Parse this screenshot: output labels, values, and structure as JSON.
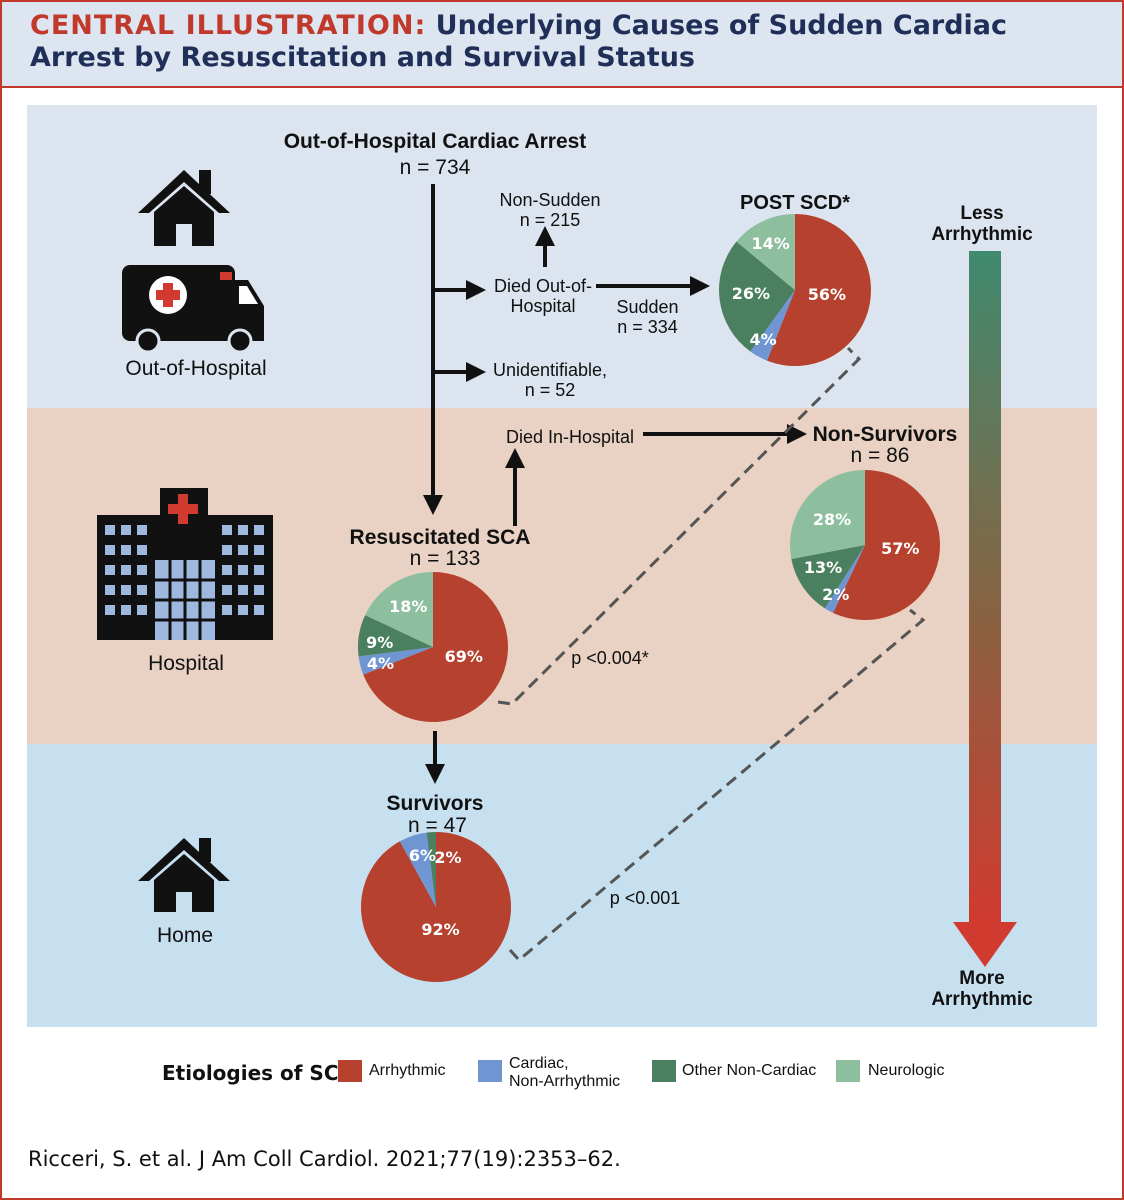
{
  "header": {
    "tag": "CENTRAL ILLUSTRATION:",
    "title": "Underlying Causes of Sudden Cardiac Arrest by Resuscitation and Survival Status"
  },
  "colors": {
    "arrhythmic": "#b5412e",
    "cardiac_non_arrhythmic": "#6f95d3",
    "other_non_cardiac": "#4a7f5f",
    "neurologic": "#8dbf9f",
    "band_out_of_hospital": "#dce4f0",
    "band_hospital": "#e9d2c3",
    "band_home": "#c7e0ef",
    "accent_red": "#c0392b",
    "title_navy": "#1f2f57"
  },
  "rows": {
    "out_of_hospital": {
      "label": "Out-of-Hospital",
      "icons": [
        "house-icon",
        "ambulance-icon"
      ]
    },
    "hospital": {
      "label": "Hospital",
      "icons": [
        "hospital-icon"
      ]
    },
    "home": {
      "label": "Home",
      "icons": [
        "house-icon"
      ]
    }
  },
  "flow": {
    "ohca_title": "Out-of-Hospital Cardiac Arrest",
    "ohca_n": "n = 734",
    "non_sudden": "Non-Sudden\nn = 215",
    "died_out": "Died Out-of-\nHospital",
    "sudden": "Sudden\nn = 334",
    "unidentifiable": "Unidentifiable,\nn = 52",
    "died_in": "Died In-Hospital",
    "resuscitated_title": "Resuscitated SCA",
    "resuscitated_n": "n = 133",
    "survivors_title": "Survivors",
    "survivors_n": "n = 47",
    "post_scd_title": "POST SCD*",
    "nonsurv_title": "Non-Survivors",
    "nonsurv_n": "n = 86",
    "p1": "p <0.004*",
    "p2": "p <0.001"
  },
  "gradient_arrow": {
    "top_label": "Less\nArrhythmic",
    "bottom_label": "More\nArrhythmic"
  },
  "chart_data": [
    {
      "type": "pie",
      "title": "POST SCD*",
      "categories": [
        "Arrhythmic",
        "Cardiac, Non-Arrhythmic",
        "Other Non-Cardiac",
        "Neurologic"
      ],
      "values": [
        56,
        4,
        26,
        14
      ],
      "labels": [
        "56%",
        "4%",
        "26%",
        "14%"
      ]
    },
    {
      "type": "pie",
      "title": "Non-Survivors",
      "categories": [
        "Arrhythmic",
        "Cardiac, Non-Arrhythmic",
        "Other Non-Cardiac",
        "Neurologic"
      ],
      "values": [
        57,
        2,
        13,
        28
      ],
      "labels": [
        "57%",
        "2%",
        "13%",
        "28%"
      ]
    },
    {
      "type": "pie",
      "title": "Resuscitated SCA",
      "categories": [
        "Arrhythmic",
        "Cardiac, Non-Arrhythmic",
        "Other Non-Cardiac",
        "Neurologic"
      ],
      "values": [
        69,
        4,
        9,
        18
      ],
      "labels": [
        "69%",
        "4%",
        "9%",
        "18%"
      ]
    },
    {
      "type": "pie",
      "title": "Survivors",
      "categories": [
        "Arrhythmic",
        "Cardiac, Non-Arrhythmic",
        "Other Non-Cardiac",
        "Neurologic"
      ],
      "values": [
        92,
        6,
        2,
        0
      ],
      "labels": [
        "92%",
        "6%",
        "2%",
        ""
      ]
    }
  ],
  "legend": {
    "title": "Etiologies of SCA",
    "items": [
      "Arrhythmic",
      "Cardiac,\nNon-Arrhythmic",
      "Other Non-Cardiac",
      "Neurologic"
    ]
  },
  "citation": "Ricceri, S. et al. J Am Coll Cardiol. 2021;77(19):2353–62."
}
